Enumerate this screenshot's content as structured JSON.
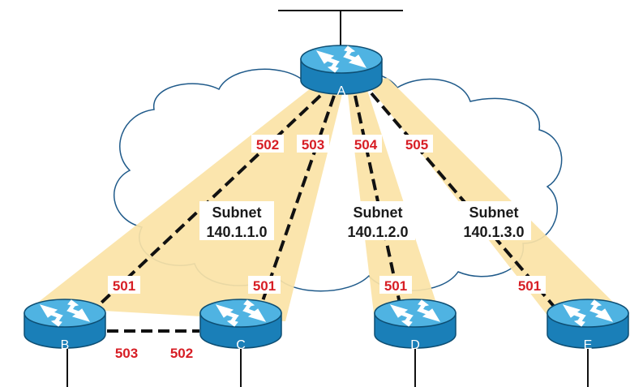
{
  "colors": {
    "cloud_fill": "#ffffff",
    "cloud_stroke": "#1f5a8a",
    "subnet_fill": "#fbe3a6",
    "router_body": "#1e8bc3",
    "router_top": "#5bbfe8",
    "dlci_text": "#d71e25",
    "line": "#111111"
  },
  "routers": [
    {
      "id": "A",
      "label": "A",
      "icon": "router-icon"
    },
    {
      "id": "B",
      "label": "B",
      "icon": "router-icon"
    },
    {
      "id": "C",
      "label": "C",
      "icon": "router-icon"
    },
    {
      "id": "D",
      "label": "D",
      "icon": "router-icon"
    },
    {
      "id": "E",
      "label": "E",
      "icon": "router-icon"
    }
  ],
  "subnets": [
    {
      "line1": "Subnet",
      "line2": "140.1.1.0"
    },
    {
      "line1": "Subnet",
      "line2": "140.1.2.0"
    },
    {
      "line1": "Subnet",
      "line2": "140.1.3.0"
    }
  ],
  "dlcis": {
    "a_to_b": "502",
    "a_to_c": "503",
    "a_to_d": "504",
    "a_to_e": "505",
    "b_to_a": "501",
    "c_to_a": "501",
    "d_to_a": "501",
    "e_to_a": "501",
    "b_to_c": "503",
    "c_to_b": "502"
  }
}
